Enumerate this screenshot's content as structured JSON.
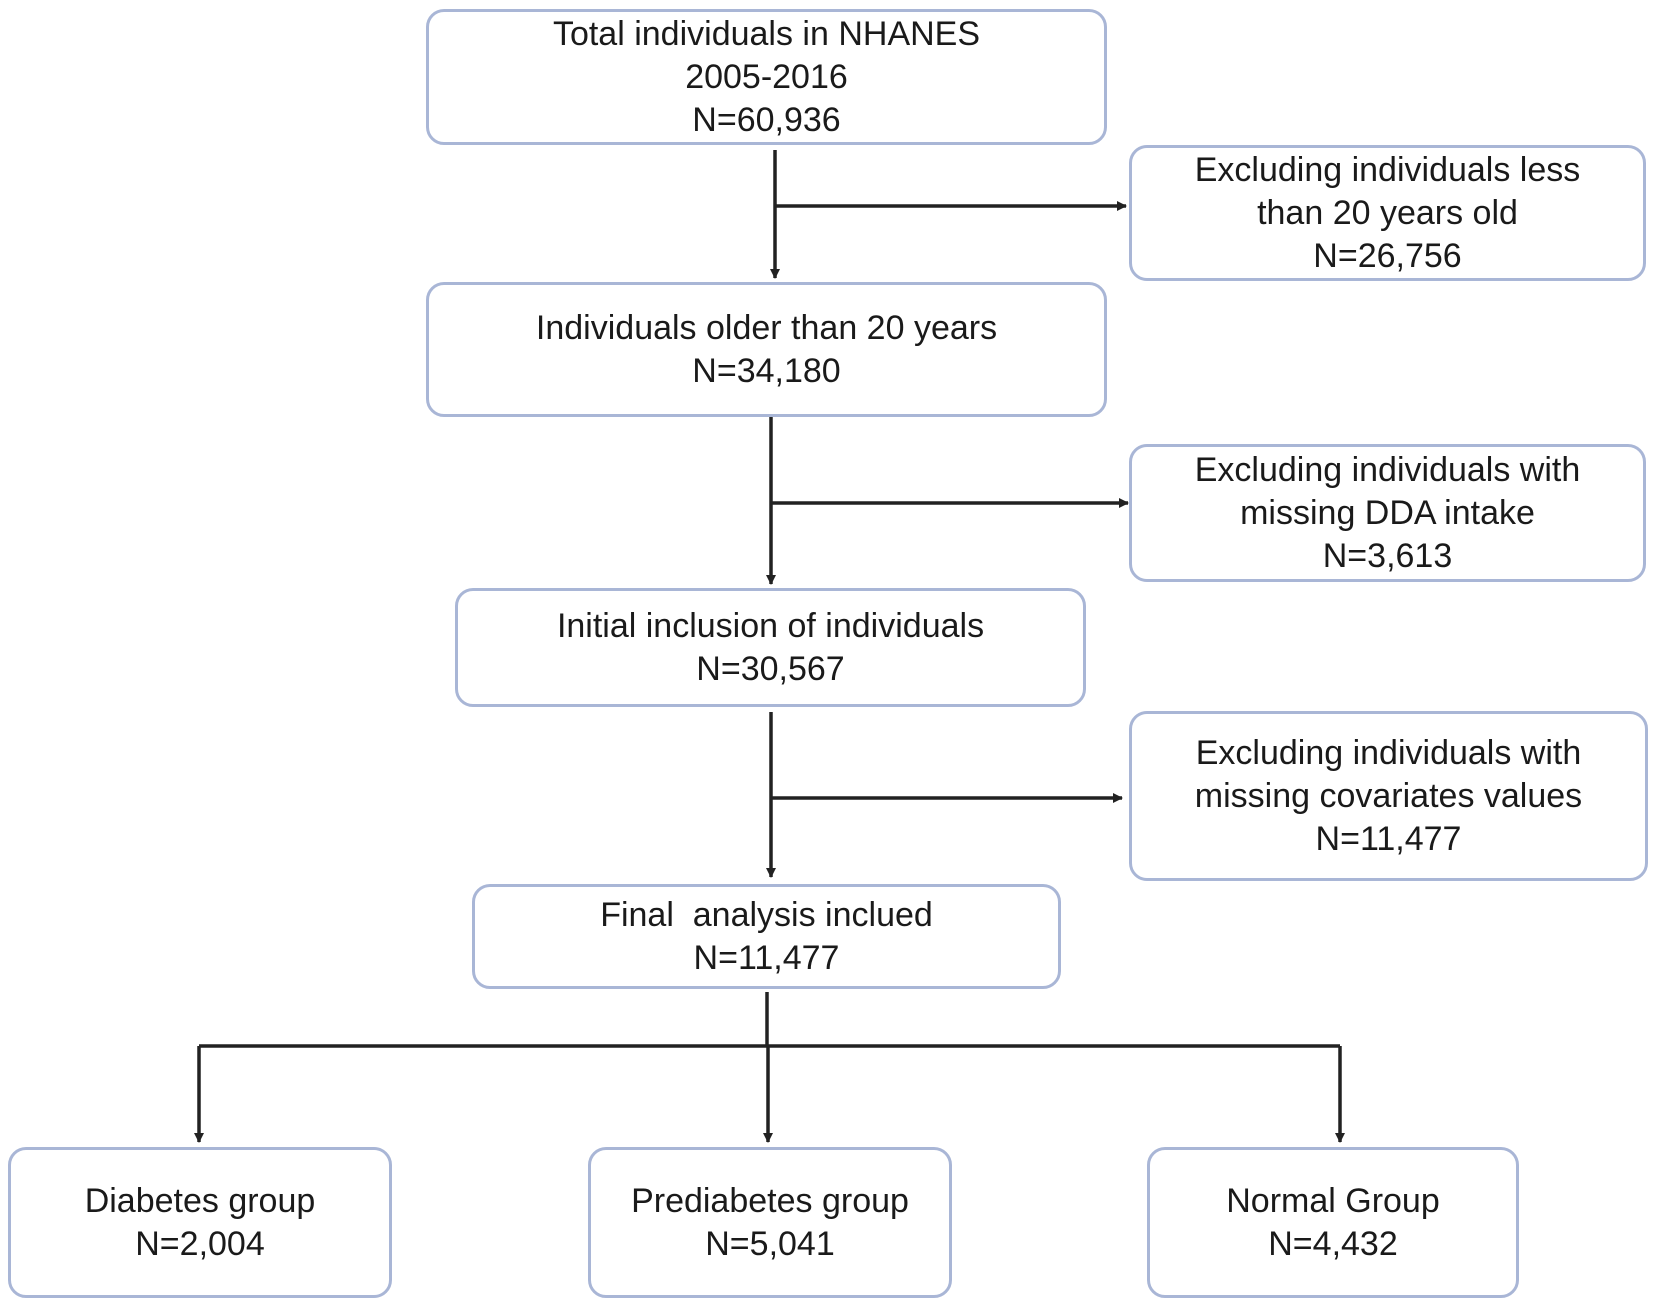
{
  "flowchart": {
    "total": {
      "line1": "Total individuals in NHANES",
      "line2": "2005-2016",
      "count": "N=60,936"
    },
    "exclude_age": {
      "line1": "Excluding individuals less",
      "line2": "than 20 years old",
      "count": "N=26,756"
    },
    "adults": {
      "line1": "Individuals older than 20 years",
      "count": "N=34,180"
    },
    "exclude_dda": {
      "line1": "Excluding individuals with",
      "line2": "missing DDA intake",
      "count": "N=3,613"
    },
    "initial": {
      "line1": "Initial inclusion of individuals",
      "count": "N=30,567"
    },
    "exclude_covariates": {
      "line1": "Excluding individuals with",
      "line2": "missing covariates values",
      "count": "N=11,477"
    },
    "final": {
      "line1": "Final  analysis inclued",
      "count": "N=11,477"
    },
    "groups": [
      {
        "label": "Diabetes group",
        "count": "N=2,004"
      },
      {
        "label": "Prediabetes group",
        "count": "N=5,041"
      },
      {
        "label": "Normal Group",
        "count": "N=4,432"
      }
    ],
    "colors": {
      "box_border": "#a9b6d6",
      "arrow": "#222222",
      "text": "#1a1a1a"
    }
  }
}
